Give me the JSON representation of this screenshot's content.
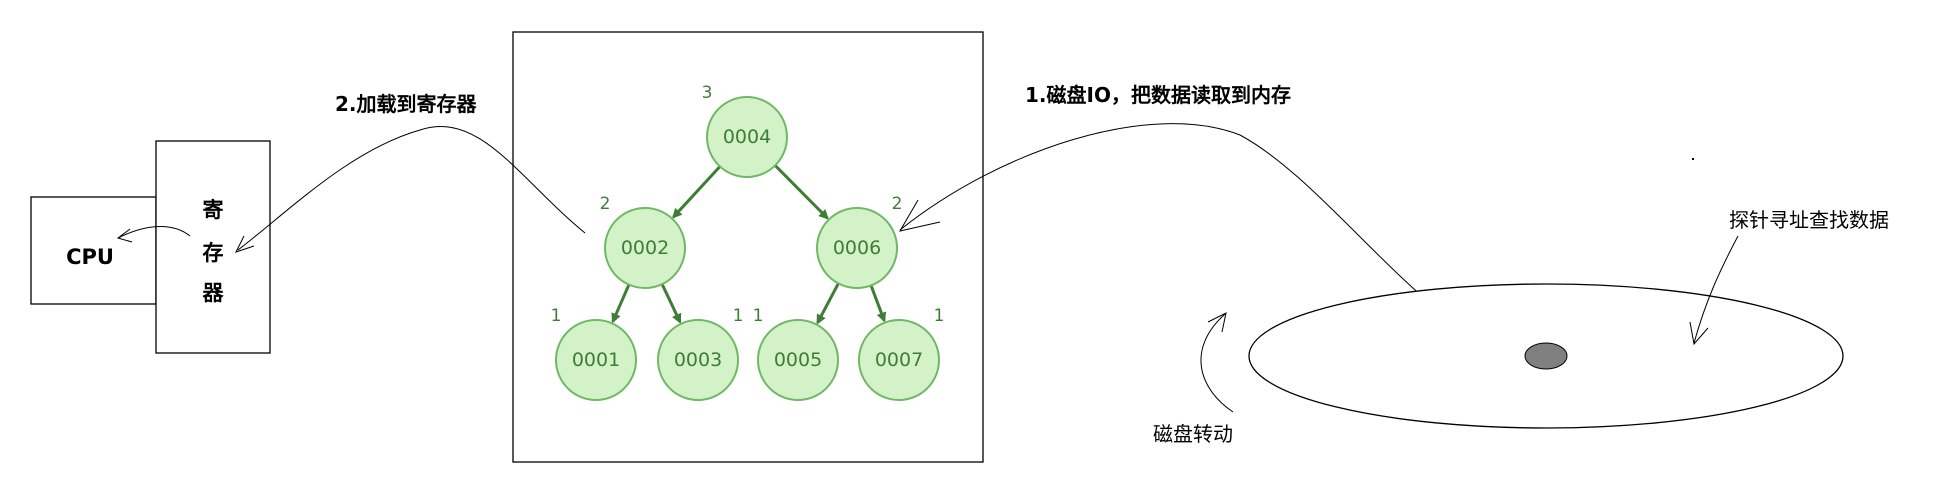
{
  "cpu": {
    "label": "CPU"
  },
  "register": {
    "chars": [
      "寄",
      "存",
      "器"
    ]
  },
  "step2_label": "2.加载到寄存器",
  "step1_label": "1.磁盘IO，把数据读取到内存",
  "probe_label": "探针寻址查找数据",
  "disk_label": "磁盘转动",
  "colors": {
    "node_fill": "#d4f2c8",
    "node_stroke": "#6fb865",
    "edge": "#3e7d35",
    "text": "#3e7d35",
    "spindle": "#808080"
  },
  "tree": {
    "nodes": [
      {
        "id": "0004",
        "balance": "3"
      },
      {
        "id": "0002",
        "balance": "2"
      },
      {
        "id": "0006",
        "balance": "2"
      },
      {
        "id": "0001",
        "balance": "1"
      },
      {
        "id": "0003",
        "balance": "1"
      },
      {
        "id": "0005",
        "balance": "1"
      },
      {
        "id": "0007",
        "balance": "1"
      }
    ],
    "edges": [
      [
        "0004",
        "0002"
      ],
      [
        "0004",
        "0006"
      ],
      [
        "0002",
        "0001"
      ],
      [
        "0002",
        "0003"
      ],
      [
        "0006",
        "0005"
      ],
      [
        "0006",
        "0007"
      ]
    ]
  }
}
